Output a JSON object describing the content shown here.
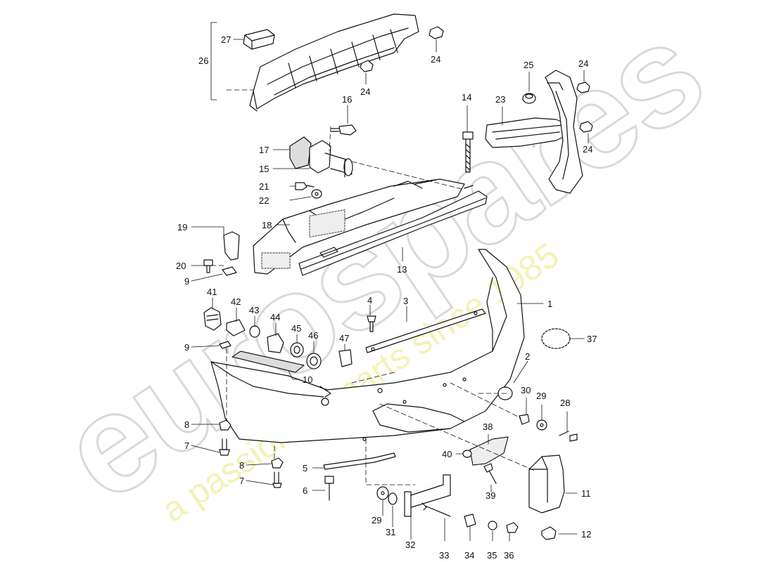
{
  "watermark": {
    "brand": "eurospares",
    "tagline": "a passion for parts since 1985",
    "brand_color": "#d8d8d8",
    "tagline_color": "#f3f0a8"
  },
  "callouts": {
    "c1": "1",
    "c2": "2",
    "c3": "3",
    "c4": "4",
    "c5": "5",
    "c6": "6",
    "c7a": "7",
    "c7b": "7",
    "c8a": "8",
    "c8b": "8",
    "c9a": "9",
    "c9b": "9",
    "c10": "10",
    "c11": "11",
    "c12": "12",
    "c13": "13",
    "c14": "14",
    "c15": "15",
    "c16": "16",
    "c17": "17",
    "c18": "18",
    "c19": "19",
    "c20": "20",
    "c21": "21",
    "c22": "22",
    "c23": "23",
    "c24a": "24",
    "c24b": "24",
    "c24c": "24",
    "c24d": "24",
    "c25": "25",
    "c26": "26",
    "c27": "27",
    "c28": "28",
    "c29a": "29",
    "c29b": "29",
    "c30": "30",
    "c31": "31",
    "c32": "32",
    "c33": "33",
    "c34": "34",
    "c35": "35",
    "c36": "36",
    "c37": "37",
    "c38": "38",
    "c39": "39",
    "c40": "40",
    "c41": "41",
    "c42": "42",
    "c43": "43",
    "c44": "44",
    "c45": "45",
    "c46": "46",
    "c47": "47"
  }
}
